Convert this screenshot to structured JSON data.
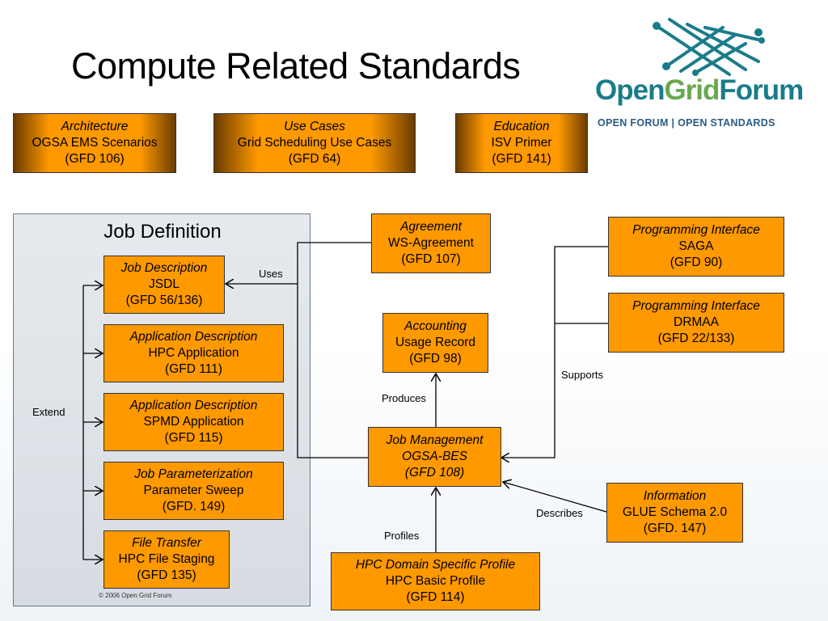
{
  "title": "Compute Related Standards",
  "logo": {
    "name_part1": "Open",
    "name_part2": "Grid",
    "name_part3": "Forum",
    "tagline": "OPEN FORUM | OPEN STANDARDS",
    "icon": "grid-network-icon"
  },
  "top_boxes": [
    {
      "title": "Architecture",
      "line1": "OGSA EMS Scenarios",
      "line2": "(GFD 106)"
    },
    {
      "title": "Use Cases",
      "line1": "Grid Scheduling Use Cases",
      "line2": "(GFD 64)"
    },
    {
      "title": "Education",
      "line1": "ISV Primer",
      "line2": "(GFD 141)"
    }
  ],
  "job_definition": {
    "title": "Job Definition",
    "items": [
      {
        "title": "Job Description",
        "line1": "JSDL",
        "line2": "(GFD 56/136)"
      },
      {
        "title": "Application Description",
        "line1": "HPC Application",
        "line2": "(GFD 111)"
      },
      {
        "title": "Application Description",
        "line1": "SPMD Application",
        "line2": "(GFD 115)"
      },
      {
        "title": "Job Parameterization",
        "line1": "Parameter Sweep",
        "line2": "(GFD. 149)"
      },
      {
        "title": "File Transfer",
        "line1": "HPC File Staging",
        "line2": "(GFD 135)"
      }
    ],
    "copyright": "© 2006 Open Grid Forum"
  },
  "center": {
    "agreement": {
      "title": "Agreement",
      "line1": "WS-Agreement",
      "line2": "(GFD 107)"
    },
    "accounting": {
      "title": "Accounting",
      "line1": "Usage Record",
      "line2": "(GFD 98)"
    },
    "job_management": {
      "title": "Job Management",
      "line1": "OGSA-BES",
      "line2": "(GFD 108)"
    },
    "hpc_profile": {
      "title": "HPC Domain Specific Profile",
      "line1": "HPC Basic Profile",
      "line2": "(GFD 114)"
    }
  },
  "right": {
    "saga": {
      "title": "Programming Interface",
      "line1": "SAGA",
      "line2": "(GFD 90)"
    },
    "drmaa": {
      "title": "Programming Interface",
      "line1": "DRMAA",
      "line2": "(GFD 22/133)"
    },
    "information": {
      "title": "Information",
      "line1": "GLUE Schema 2.0",
      "line2": "(GFD. 147)"
    }
  },
  "labels": {
    "uses": "Uses",
    "extend": "Extend",
    "produces": "Produces",
    "supports": "Supports",
    "describes": "Describes",
    "profiles": "Profiles"
  },
  "colors": {
    "box": "#ff9900",
    "box_dark_edge": "#6a3c00",
    "logo_teal": "#1a7c8a",
    "logo_green": "#6aa84f",
    "logo_blue": "#2c5b86"
  }
}
